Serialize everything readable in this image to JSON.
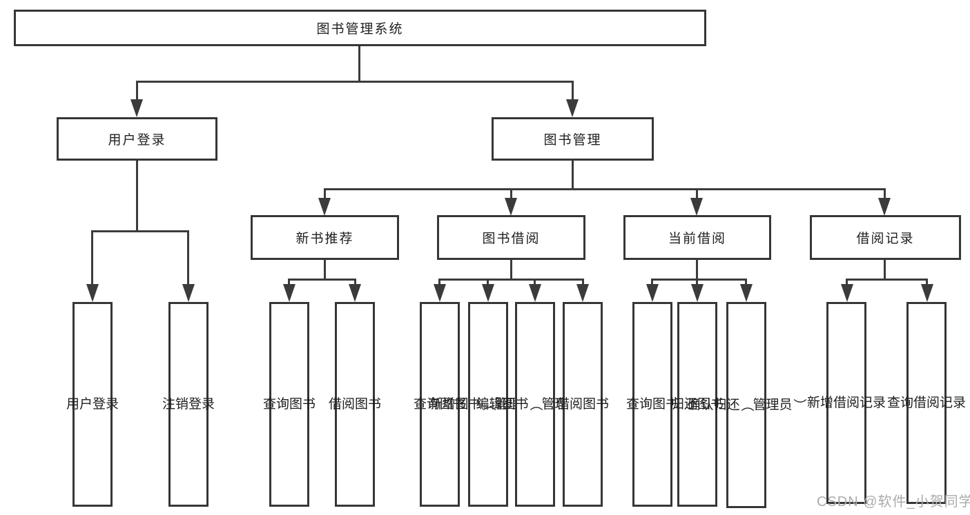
{
  "diagram": {
    "title": "图书管理系统",
    "root": {
      "label": "图书管理系统"
    },
    "level2": {
      "user_login": {
        "label": "用户登录"
      },
      "book_mgmt": {
        "label": "图书管理"
      }
    },
    "level3": {
      "new_book_rec": {
        "label": "新书推荐"
      },
      "book_borrow": {
        "label": "图书借阅"
      },
      "current_borrow": {
        "label": "当前借阅"
      },
      "borrow_records": {
        "label": "借阅记录"
      }
    },
    "leaves": {
      "user_login": {
        "label": "用户登录",
        "parent": "用户登录"
      },
      "logout": {
        "label": "注销登录",
        "parent": "用户登录"
      },
      "rec_query_books": {
        "label": "查询图书",
        "parent": "新书推荐"
      },
      "rec_borrow_books": {
        "label": "借阅图书",
        "parent": "新书推荐"
      },
      "bb_query_books": {
        "label": "查询图书",
        "parent": "图书借阅"
      },
      "bb_add_books": {
        "label": "新增图书（管理员）",
        "parent": "图书借阅"
      },
      "bb_edit_books": {
        "label": "编辑图书（管理员）",
        "parent": "图书借阅"
      },
      "bb_borrow_books": {
        "label": "借阅图书",
        "parent": "图书借阅"
      },
      "cb_query_books": {
        "label": "查询图书",
        "parent": "当前借阅"
      },
      "cb_return_books": {
        "label": "归还图书",
        "parent": "当前借阅"
      },
      "cb_confirm_return": {
        "label": "确认归还（管理员）",
        "parent": "当前借阅"
      },
      "br_add_record": {
        "label": "新增借阅记录",
        "parent": "借阅记录"
      },
      "br_query_record": {
        "label": "查询借阅记录",
        "parent": "借阅记录"
      }
    }
  },
  "watermark": {
    "text": "CSDN @软件_小贺同学"
  },
  "colors": {
    "line": "#3b3b3b",
    "box_border": "#363636",
    "text": "#1e1e1e",
    "watermark": "#ababab",
    "background": "#ffffff"
  }
}
